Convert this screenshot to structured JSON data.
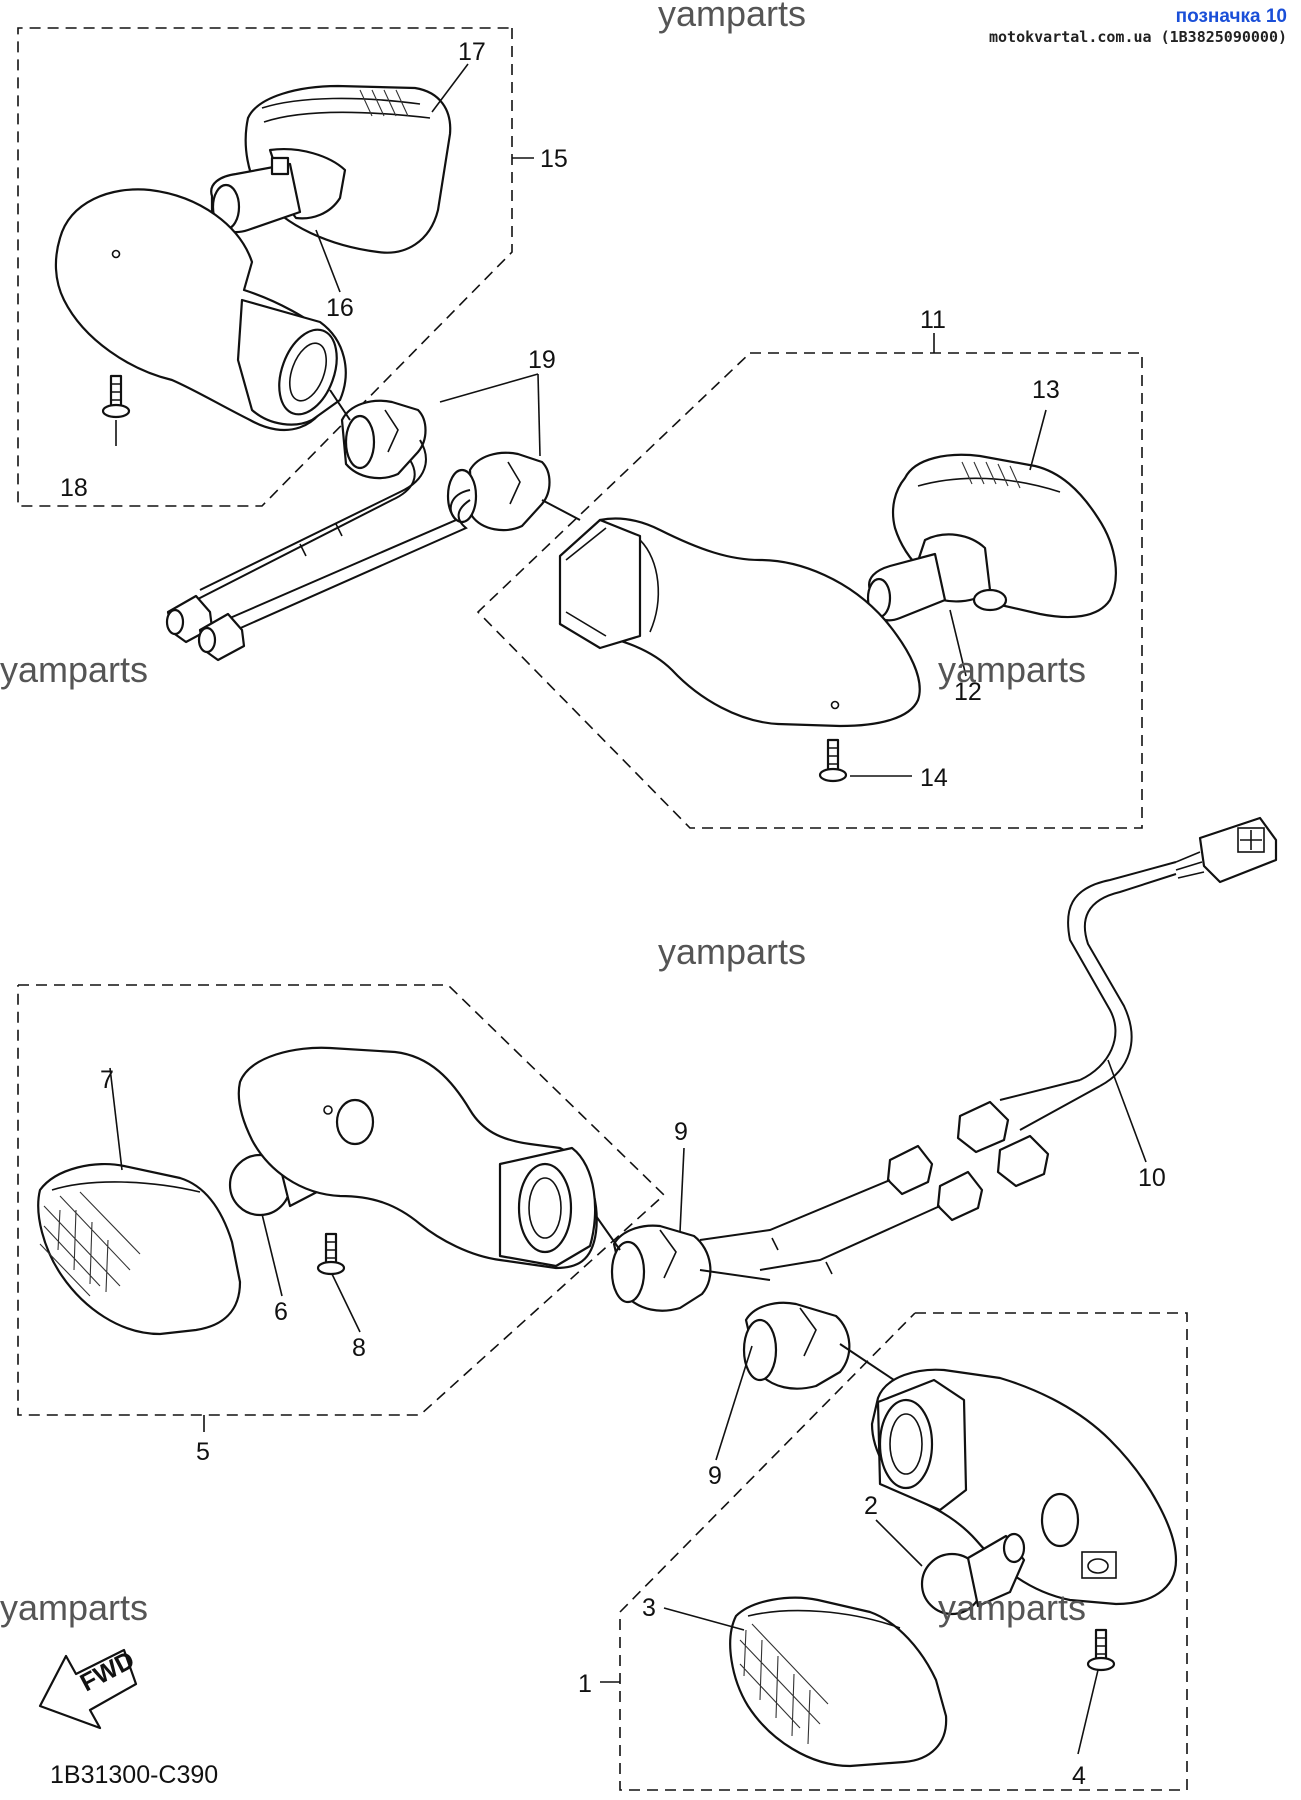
{
  "source": {
    "title": "позначка 10",
    "subtitle": "motokvartal.com.ua (1B3825090000)"
  },
  "watermark": "yamparts",
  "diagram_code": "1B31300-C390",
  "fwd_label": "FWD",
  "callouts": {
    "c1": "1",
    "c2": "2",
    "c3": "3",
    "c4": "4",
    "c5": "5",
    "c6": "6",
    "c7": "7",
    "c8": "8",
    "c9a": "9",
    "c9b": "9",
    "c10": "10",
    "c11": "11",
    "c12": "12",
    "c13": "13",
    "c14": "14",
    "c15": "15",
    "c16": "16",
    "c17": "17",
    "c18": "18",
    "c19": "19"
  },
  "colors": {
    "line": "#111111",
    "watermark": "#555555",
    "source_title": "#1a4fd8"
  }
}
